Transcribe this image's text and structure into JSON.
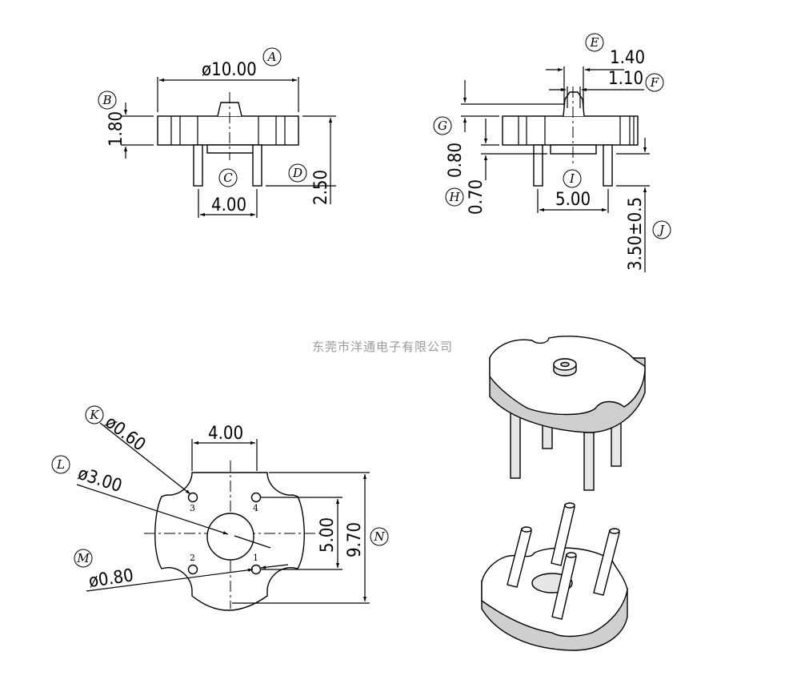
{
  "company_name": "东莞市洋通电子有限公司",
  "front_view": {
    "diameter_label": "ø10.00",
    "diameter_tag": "A",
    "base_height_label": "1.80",
    "base_height_tag": "B",
    "pin_spacing_label": "4.00",
    "pin_spacing_tag": "C",
    "pin_length_label": "2.50",
    "pin_length_tag": "D"
  },
  "side_view": {
    "boss_width_label": "1.40",
    "boss_width_tag": "E",
    "boss_inner_label": "1.10",
    "boss_inner_tag": "F",
    "boss_height_label": "0.80",
    "boss_height_tag": "G",
    "step_label": "0.70",
    "step_tag": "H",
    "pin_spacing_label": "5.00",
    "pin_spacing_tag": "I",
    "pin_length_label": "3.50±0.5",
    "pin_length_tag": "J"
  },
  "bottom_view": {
    "pin_spacing_label": "4.00",
    "pin_hole_label": "ø0.60",
    "pin_hole_tag": "K",
    "center_hole_label": "ø3.00",
    "center_hole_tag": "L",
    "pin_dia_label": "ø0.80",
    "pin_dia_tag": "M",
    "row_spacing_label": "5.00",
    "overall_label": "9.70",
    "overall_tag": "N",
    "pin_numbers": [
      "1",
      "2",
      "3",
      "4"
    ]
  }
}
